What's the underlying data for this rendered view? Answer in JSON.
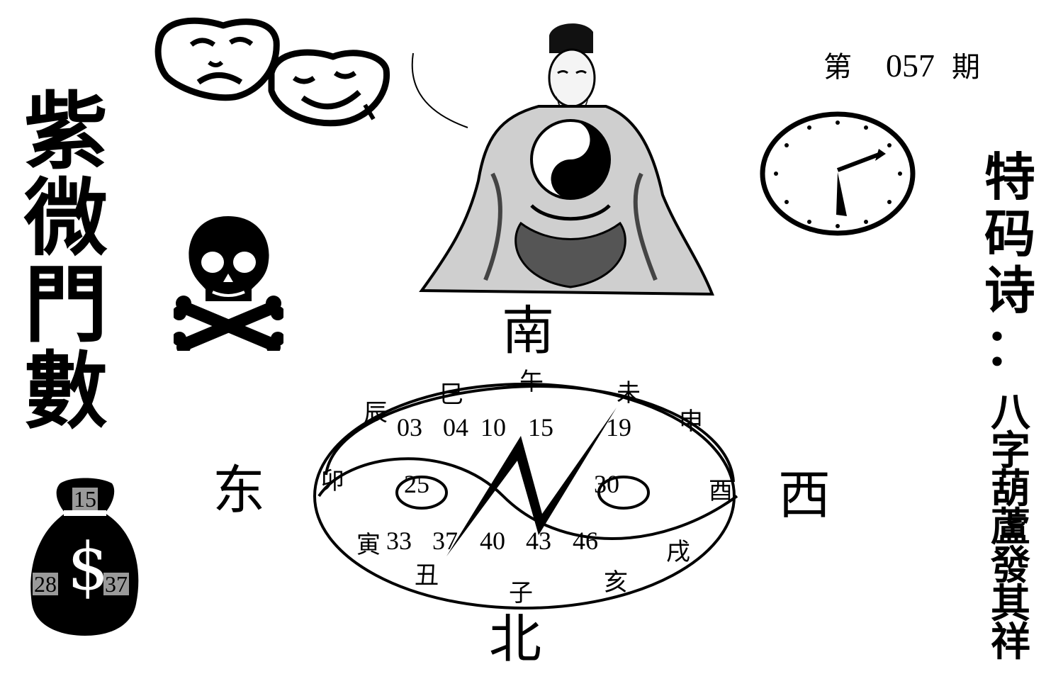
{
  "title": [
    "紫",
    "微",
    "門",
    "數"
  ],
  "issue": {
    "prefix": "第",
    "number": "057",
    "suffix": "期"
  },
  "poem": {
    "label": [
      "特",
      "码",
      "诗",
      "："
    ],
    "text": [
      "八",
      "字",
      "葫",
      "蘆",
      "發",
      "其",
      "祥"
    ]
  },
  "directions": {
    "south": "南",
    "north": "北",
    "east": "东",
    "west": "西"
  },
  "branches": {
    "chen": "辰",
    "si": "巳",
    "wu": "午",
    "wei": "未",
    "shen": "申",
    "mao": "卯",
    "you": "酉",
    "yin": "寅",
    "chou": "丑",
    "zi": "子",
    "hai": "亥",
    "xu": "戌"
  },
  "numbers": {
    "top_row": [
      "03",
      "04",
      "10",
      "15",
      "19"
    ],
    "left_circle": "25",
    "right_circle": "30",
    "bottom_row": [
      "33",
      "37",
      "40",
      "43",
      "46"
    ]
  },
  "money_bag": {
    "top": "15",
    "left": "28",
    "right": "37",
    "symbol": "$"
  },
  "icons": [
    "theater-masks-icon",
    "skull-crossbones-icon",
    "money-bag-icon",
    "clock-icon",
    "sage-figure-icon",
    "yin-yang-icon",
    "lightning-bolt-icon"
  ]
}
